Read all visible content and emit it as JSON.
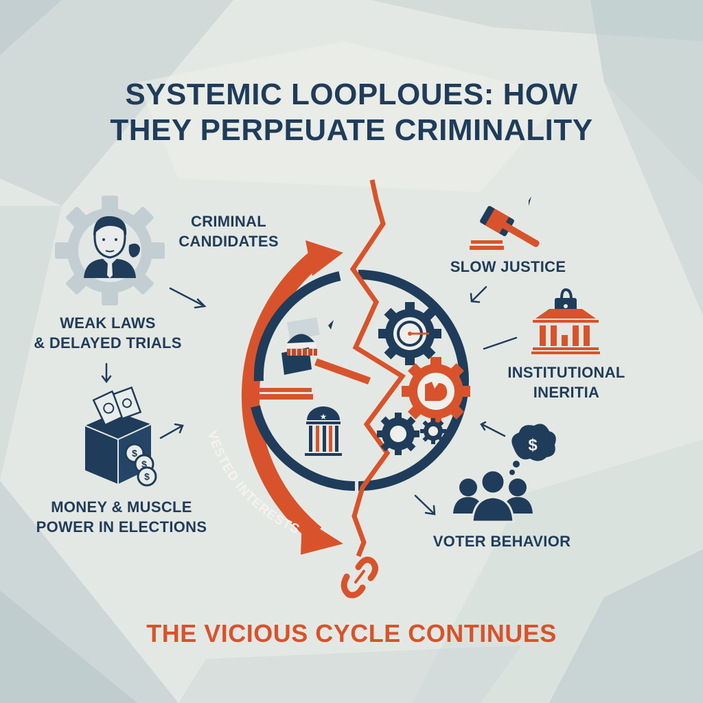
{
  "title": {
    "line1": "SYSTEMIC LOOPLOUES: HOW",
    "line2": "THEY PERPEUATE CRIMINALITY"
  },
  "nodes": {
    "criminal_candidates": {
      "line1": "CRIMINAL",
      "line2": "CANDIDATES",
      "icon": "masked-politician-gear-icon"
    },
    "weak_laws": {
      "line1": "WEAK LAWS",
      "line2": "& DELAYED TRIALS"
    },
    "money_muscle": {
      "line1": "MONEY & MUSCLE",
      "line2": "POWER IN ELECTIONS",
      "icon": "ballot-box-money-icon"
    },
    "slow_justice": {
      "line1": "SLOW JUSTICE",
      "icon": "gavel-icon"
    },
    "institutional_inertia": {
      "line1": "INSTITUTIONAL",
      "line2": "INERITIA",
      "icon": "locked-institution-icon"
    },
    "voter_behavior": {
      "line1": "VOTER BEHAVIOR",
      "icon": "voters-money-thought-icon"
    }
  },
  "cycle": {
    "arc_label": "VESTED INTERESTS",
    "center_icons": [
      "capitol-gavel-icon",
      "courthouse-icon",
      "clock-gear-icon",
      "muscle-gear-icon",
      "small-gears-icon",
      "broken-chain-icon"
    ]
  },
  "footer": "THE VICIOUS CYCLE CONTINUES",
  "colors": {
    "navy": "#1f3c5a",
    "orange": "#d8532b",
    "background": "#e6e9e5",
    "gear_gray": "#c3ced3"
  }
}
